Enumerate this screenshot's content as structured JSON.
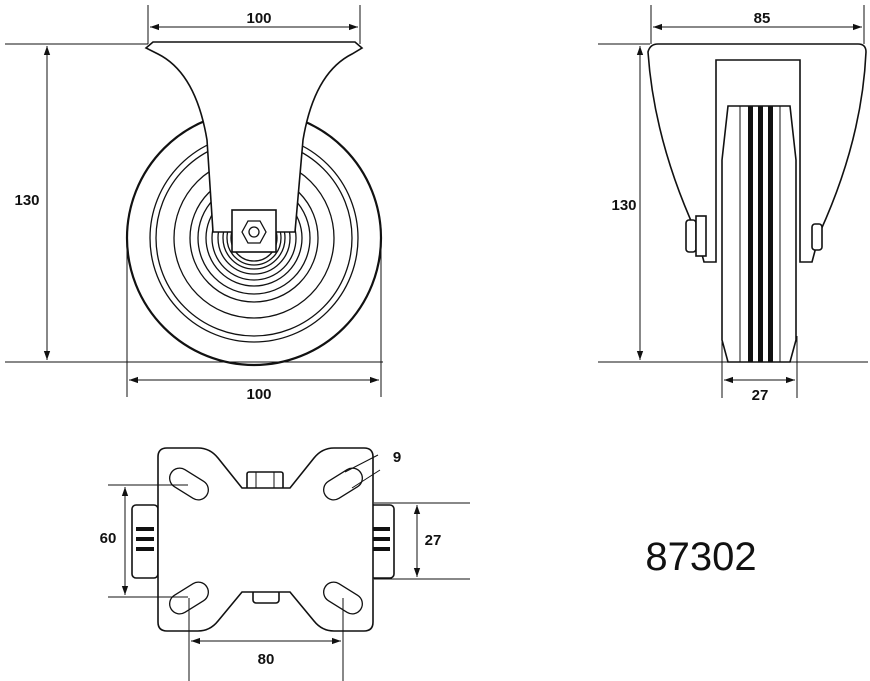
{
  "dimensions": {
    "front_top_width": "100",
    "front_height": "130",
    "front_bottom_width": "100",
    "side_top_width": "85",
    "side_height": "130",
    "side_wheel_width": "27",
    "plate_hole_diameter": "9",
    "plate_hole_spacing_y": "60",
    "plate_wheel_width": "27",
    "plate_hole_spacing_x": "80"
  },
  "model_number": "87302",
  "colors": {
    "line": "#111111",
    "background": "#ffffff"
  }
}
